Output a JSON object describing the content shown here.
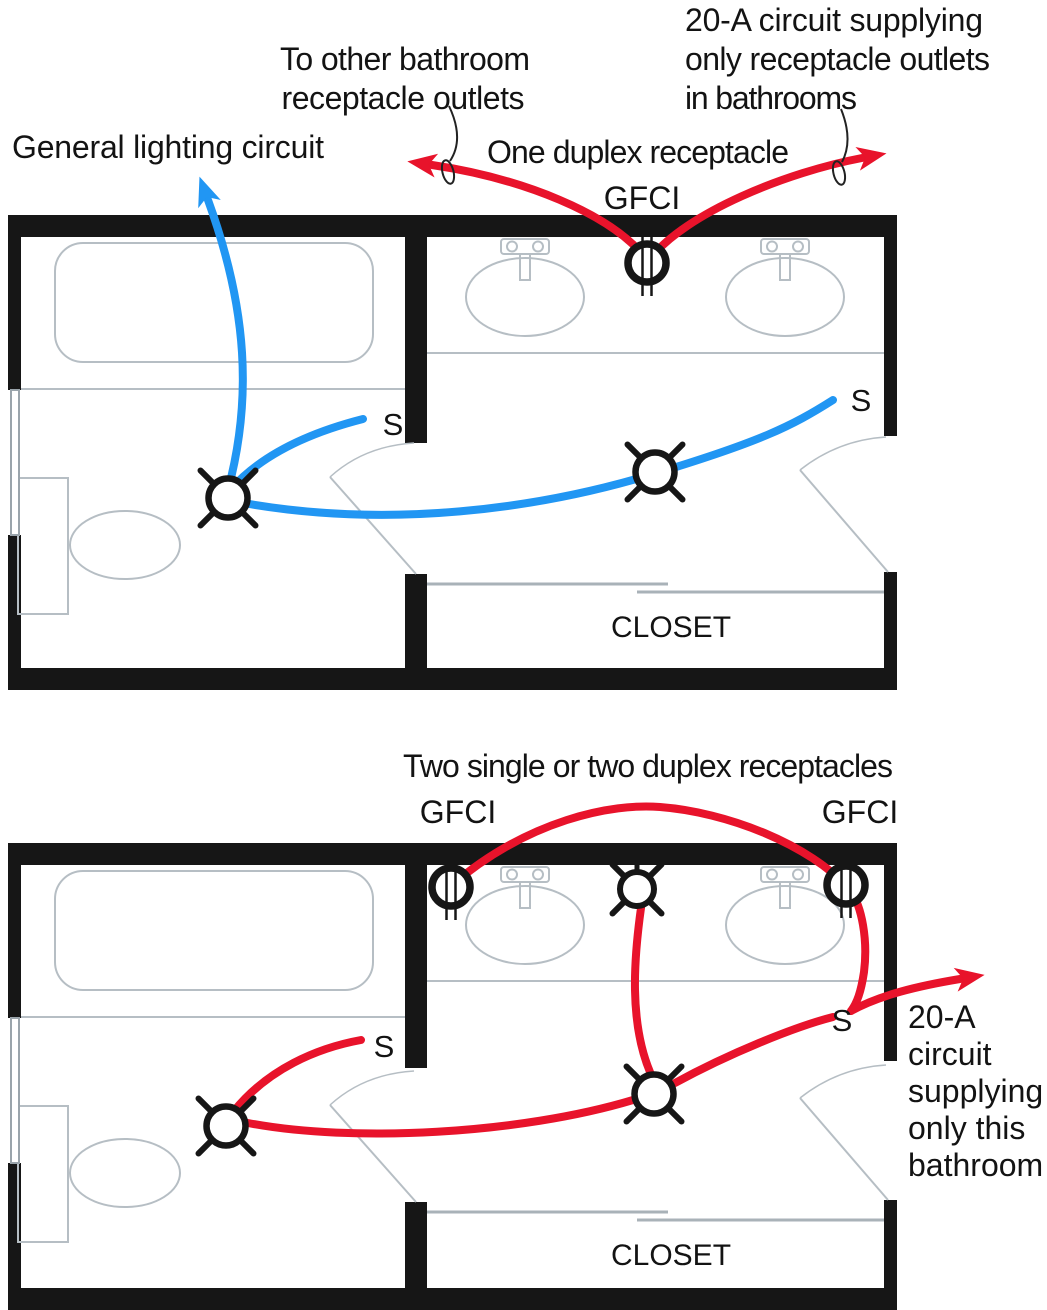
{
  "figure": {
    "description_colors": {
      "circuit_red": "#e8132b",
      "circuit_blue": "#2196f3",
      "wall_black": "#161616",
      "fixture_gray": "#b6bec4"
    },
    "top_plan": {
      "annotations": {
        "general_lighting_circuit": "General lighting circuit",
        "to_other_line1": "To other bathroom",
        "to_other_line2": "receptacle outlets",
        "supply_line1": "20-A circuit supplying",
        "supply_line2": "only receptacle outlets",
        "supply_line3": "in bathrooms",
        "one_duplex": "One duplex receptacle",
        "gfci": "GFCI",
        "switch_left": "S",
        "switch_right": "S",
        "closet": "CLOSET"
      }
    },
    "bottom_plan": {
      "annotations": {
        "title": "Two single or two duplex receptacles",
        "gfci_left": "GFCI",
        "gfci_right": "GFCI",
        "switch_left": "S",
        "switch_right": "S",
        "supply_line1": "20-A",
        "supply_line2": "circuit",
        "supply_line3": "supplying",
        "supply_line4": "only this",
        "supply_line5": "bathroom",
        "closet": "CLOSET"
      }
    }
  }
}
